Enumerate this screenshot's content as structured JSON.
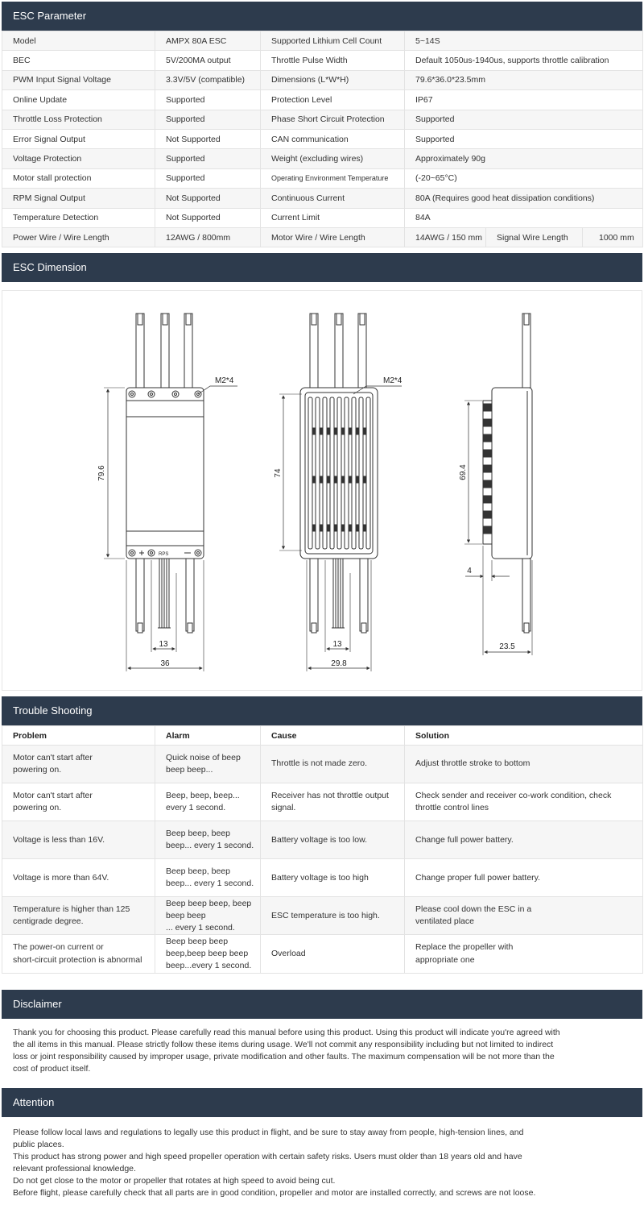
{
  "sections": {
    "esc_parameter": "ESC Parameter",
    "esc_dimension": "ESC Dimension",
    "trouble_shooting": "Trouble Shooting",
    "disclaimer": "Disclaimer",
    "attention": "Attention"
  },
  "parameters": [
    {
      "l1": "Model",
      "v1": "AMPX 80A ESC",
      "l2": "Supported Lithium Cell Count",
      "v2": "5~14S"
    },
    {
      "l1": "BEC",
      "v1": "5V/200MA output",
      "l2": "Throttle Pulse Width",
      "v2": "Default 1050us-1940us, supports throttle calibration"
    },
    {
      "l1": "PWM Input Signal Voltage",
      "v1": "3.3V/5V (compatible)",
      "l2": "Dimensions (L*W*H)",
      "v2": "79.6*36.0*23.5mm"
    },
    {
      "l1": "Online Update",
      "v1": "Supported",
      "l2": "Protection Level",
      "v2": "IP67"
    },
    {
      "l1": "Throttle Loss Protection",
      "v1": "Supported",
      "l2": "Phase Short Circuit Protection",
      "v2": "Supported"
    },
    {
      "l1": "Error Signal Output",
      "v1": "Not Supported",
      "l2": "CAN communication",
      "v2": "Supported"
    },
    {
      "l1": "Voltage Protection",
      "v1": "Supported",
      "l2": "Weight (excluding wires)",
      "v2": "Approximately 90g"
    },
    {
      "l1": "Motor stall protection",
      "v1": "Supported",
      "l2": "Operating Environment Temperature",
      "v2": "(-20~65°C)"
    },
    {
      "l1": "RPM Signal Output",
      "v1": "Not Supported",
      "l2": "Continuous Current",
      "v2": "80A (Requires good heat dissipation conditions)"
    },
    {
      "l1": "Temperature Detection",
      "v1": "Not Supported",
      "l2": "Current Limit",
      "v2": "84A"
    }
  ],
  "last_row": {
    "l1": "Power Wire / Wire Length",
    "v1": "12AWG / 800mm",
    "l2": "Motor Wire / Wire Length",
    "v2": "14AWG / 150 mm",
    "l3": "Signal Wire Length",
    "v3": "1000 mm"
  },
  "dimensions": {
    "mount": "M2*4",
    "length": "79.6",
    "width": "36",
    "pitch": "13",
    "heatsink_length": "74",
    "heatsink_width": "29.8",
    "side_length": "69.4",
    "fin_depth": "4",
    "height": "23.5",
    "signal_label": "RPS"
  },
  "trouble_headers": {
    "problem": "Problem",
    "alarm": "Alarm",
    "cause": "Cause",
    "solution": "Solution"
  },
  "trouble_rows": [
    {
      "problem": "Motor can't start after\n powering on.",
      "alarm": "Quick noise of beep\nbeep beep...",
      "cause": "Throttle is not made zero.",
      "solution": "Adjust throttle stroke to bottom"
    },
    {
      "problem": "Motor can't start after\npowering on.",
      "alarm": "Beep, beep, beep...\nevery 1 second.",
      "cause": "Receiver has not throttle output\nsignal.",
      "solution": "Check sender and receiver co-work condition, check\nthrottle control lines"
    },
    {
      "problem": "Voltage is less than 16V.",
      "alarm": "Beep beep, beep\nbeep... every 1 second.",
      "cause": "Battery voltage is too low.",
      "solution": "Change full power battery."
    },
    {
      "problem": "Voltage is more than 64V.",
      "alarm": "Beep beep, beep\nbeep... every 1 second.",
      "cause": "Battery voltage is too high",
      "solution": "Change proper full power battery."
    },
    {
      "problem": "Temperature is higher than 125\ncentigrade degree.",
      "alarm": "Beep beep beep, beep\nbeep beep\n... every 1 second.",
      "cause": "ESC temperature is too high.",
      "solution": "Please cool down the ESC in a\nventilated place"
    },
    {
      "problem": "The power-on current or\nshort-circuit protection is abnormal",
      "alarm": "Beep beep beep\nbeep,beep beep beep\nbeep...every 1 second.",
      "cause": "Overload",
      "solution": "Replace the propeller with\nappropriate one"
    }
  ],
  "disclaimer_text": "Thank you for choosing this product. Please carefully read this manual before using this product. Using this product will indicate you're agreed with\nthe all items in this manual. Please strictly follow these items during usage. We'll not commit any responsibility including but not limited to indirect\nloss or joint responsibility caused by improper usage, private modification and other faults. The maximum compensation will be not more than the\ncost of product itself.",
  "attention_text": "Please follow local laws and regulations to legally use this product in flight, and be sure to stay away from people, high-tension lines, and\npublic places.\nThis product has strong power and high speed propeller operation with certain safety risks.  Users must older than 18 years old and have\nrelevant professional knowledge.\nDo not get close to the motor or propeller that rotates at high speed to avoid being cut.\nBefore flight, please carefully check that all parts are in good condition, propeller and motor are installed correctly, and screws are not loose."
}
